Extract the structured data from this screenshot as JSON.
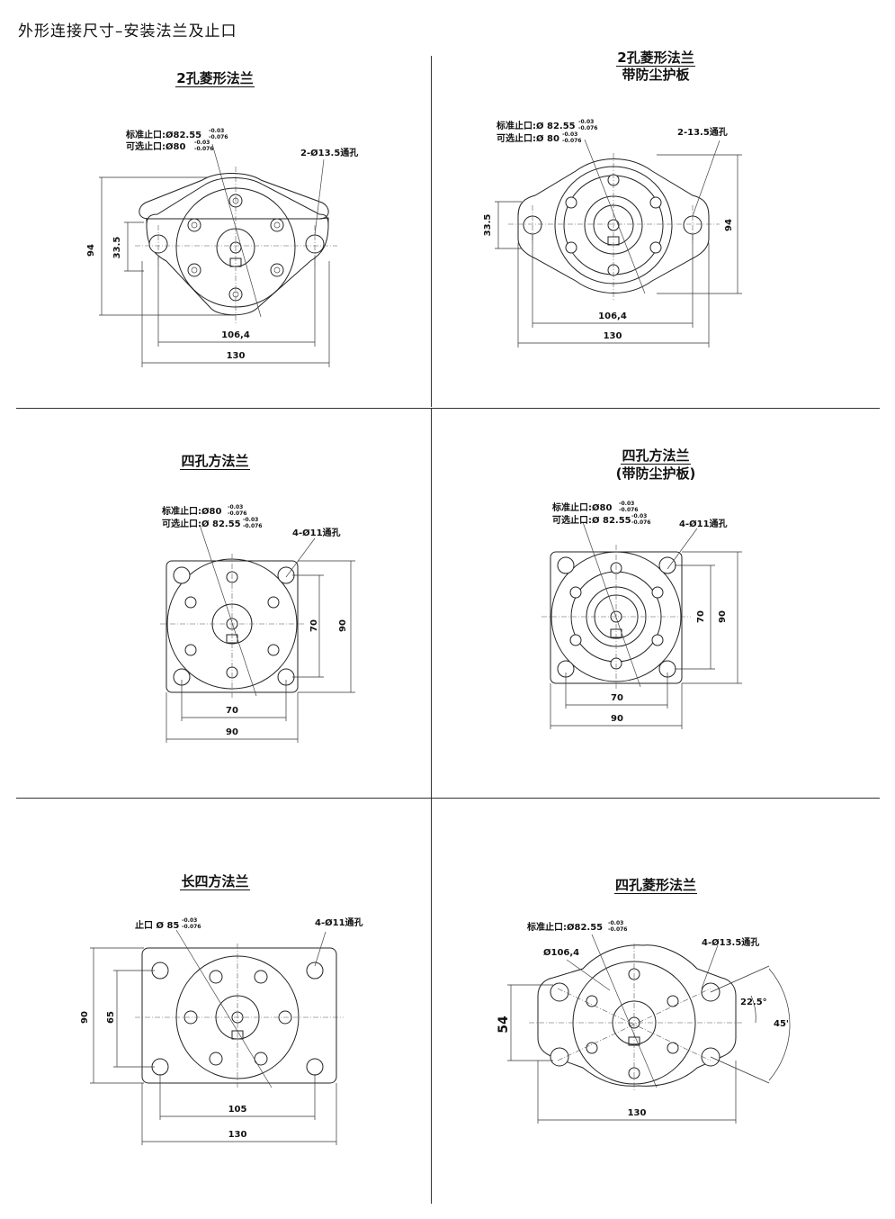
{
  "header": {
    "title": "外形连接尺寸–安装法兰及止口"
  },
  "panels": [
    {
      "title": "2孔菱形法兰",
      "subtitle": "",
      "pilot_std_label": "标准止口:Ø82.55",
      "pilot_std_tol_upper": "-0.03",
      "pilot_std_tol_lower": "-0.076",
      "pilot_opt_label": "可选止口:Ø80",
      "pilot_opt_tol_upper": "-0.03",
      "pilot_opt_tol_lower": "-0.076",
      "holes_label": "2-Ø13.5通孔",
      "dim_height": "94",
      "dim_center": "33.5",
      "dim_hole_spacing": "106,4",
      "dim_width": "130"
    },
    {
      "title": "2孔菱形法兰",
      "subtitle": "带防尘护板",
      "pilot_std_label": "标准止口:Ø 82.55",
      "pilot_std_tol_upper": "-0.03",
      "pilot_std_tol_lower": "-0.076",
      "pilot_opt_label": "可选止口:Ø 80",
      "pilot_opt_tol_upper": "-0.03",
      "pilot_opt_tol_lower": "-0.076",
      "holes_label": "2-13.5通孔",
      "dim_height": "94",
      "dim_center": "33.5",
      "dim_hole_spacing": "106,4",
      "dim_width": "130"
    },
    {
      "title": "四孔方法兰",
      "subtitle": "",
      "pilot_std_label": "标准止口:Ø80",
      "pilot_std_tol_upper": "-0.03",
      "pilot_std_tol_lower": "-0.076",
      "pilot_opt_label": "可选止口:Ø 82.55",
      "pilot_opt_tol_upper": "-0.03",
      "pilot_opt_tol_lower": "-0.076",
      "holes_label": "4-Ø11通孔",
      "dim_v_inner": "70",
      "dim_v_outer": "90",
      "dim_h_inner": "70",
      "dim_h_outer": "90"
    },
    {
      "title": "四孔方法兰",
      "subtitle": "(带防尘护板)",
      "pilot_std_label": "标准止口:Ø80",
      "pilot_std_tol_upper": "-0.03",
      "pilot_std_tol_lower": "-0.076",
      "pilot_opt_label": "可选止口:Ø 82.55",
      "pilot_opt_tol_upper": "-0.03",
      "pilot_opt_tol_lower": "-0.076",
      "holes_label": "4-Ø11通孔",
      "dim_v_inner": "70",
      "dim_v_outer": "90",
      "dim_h_inner": "70",
      "dim_h_outer": "90"
    },
    {
      "title": "长四方法兰",
      "subtitle": "",
      "pilot_label": "止口 Ø 85",
      "pilot_tol_upper": "-0.03",
      "pilot_tol_lower": "-0.076",
      "holes_label": "4-Ø11通孔",
      "dim_v_outer": "90",
      "dim_v_inner": "65",
      "dim_h_inner": "105",
      "dim_h_outer": "130"
    },
    {
      "title": "四孔菱形法兰",
      "subtitle": "",
      "pilot_label": "标准止口:Ø82.55",
      "pilot_tol_upper": "-0.03",
      "pilot_tol_lower": "-0.076",
      "bolt_circle_label": "Ø106,4",
      "holes_label": "4-Ø13.5通孔",
      "dim_height": "54",
      "dim_angle_small": "22.5°",
      "dim_angle_large": "45'",
      "dim_width": "130"
    }
  ]
}
